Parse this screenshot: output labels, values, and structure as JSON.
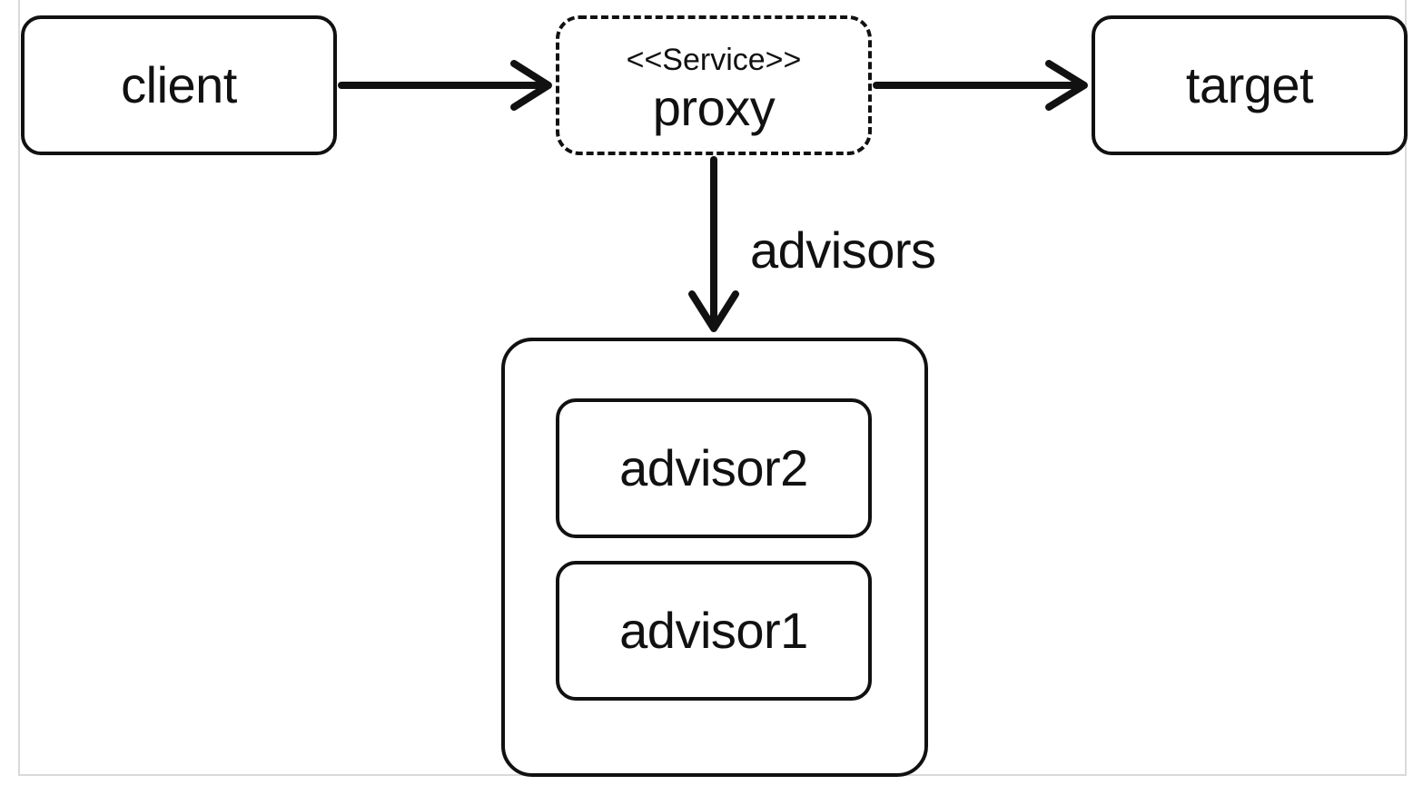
{
  "nodes": {
    "client": "client",
    "proxy_stereotype": "<<Service>>",
    "proxy": "proxy",
    "target": "target",
    "advisor2": "advisor2",
    "advisor1": "advisor1"
  },
  "edges": {
    "advisors_label": "advisors"
  },
  "colors": {
    "stroke": "#111111",
    "frame": "#d9d9d9",
    "background": "#ffffff"
  }
}
